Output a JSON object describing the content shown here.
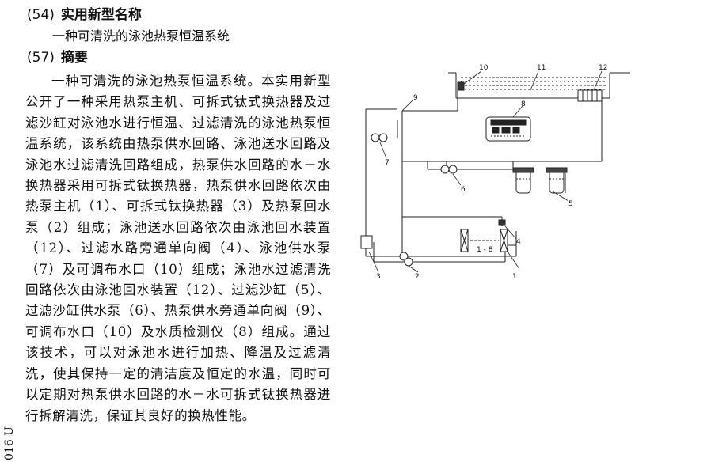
{
  "sections": {
    "title": {
      "code": "(54)",
      "heading": "实用新型名称",
      "value": "一种可清洗的泳池热泵恒温系统"
    },
    "abstract": {
      "code": "(57)",
      "heading": "摘要",
      "text": "一种可清洗的泳池热泵恒温系统。本实用新型公开了一种采用热泵主机、可拆式钛式换热器及过滤沙缸对泳池水进行恒温、过滤清洗的泳池热泵恒温系统，该系统由热泵供水回路、泳池送水回路及泳池水过滤清洗回路组成，热泵供水回路的水－水换热器采用可拆式钛换热器，热泵供水回路依次由热泵主机（1）、可拆式钛换热器（3）及热泵回水泵（2）组成；泳池送水回路依次由泳池回水装置（12）、过滤水路旁通单向阀（4）、泳池供水泵（7）及可调布水口（10）组成；泳池水过滤清洗回路依次由泳池回水装置（12）、过滤沙缸（5）、过滤沙缸供水泵（6）、热泵供水旁通单向阀（9）、可调布水口（10）及水质检测仪（8）组成。通过该技术，可以对泳池水进行加热、降温及过滤清洗，使其保持一定的清洁度及恒定的水温，同时可以定期对热泵供水回路的水－水可拆式钛换热器进行拆解清洗，保证其良好的换热性能。"
    }
  },
  "margin_code": "016 U",
  "figure": {
    "labels": [
      "1",
      "2",
      "3",
      "4",
      "5",
      "6",
      "7",
      "8",
      "9",
      "10",
      "11",
      "12"
    ],
    "unit_text": "1 - 8"
  }
}
